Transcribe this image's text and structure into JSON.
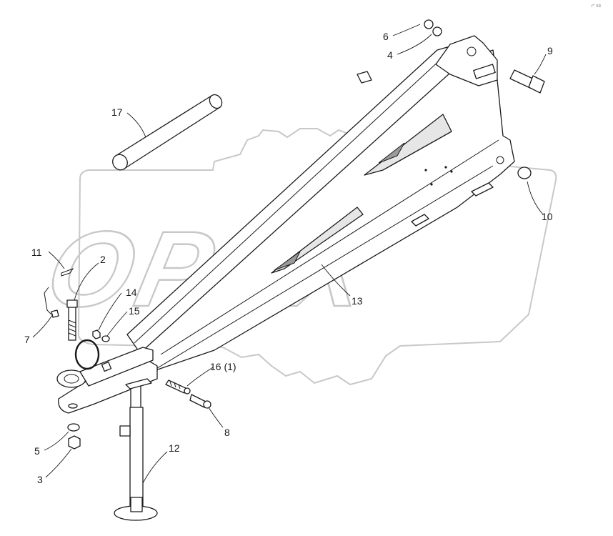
{
  "drawing": {
    "corner_mark": "r° ≡≡",
    "watermark_text": "OPEX",
    "colors": {
      "line": "#1a1a1a",
      "watermark": "#c8c8c8",
      "background": "#ffffff"
    }
  },
  "callouts": [
    {
      "id": "c1",
      "label": "1"
    },
    {
      "id": "c2",
      "label": "2"
    },
    {
      "id": "c3",
      "label": "3"
    },
    {
      "id": "c4",
      "label": "4"
    },
    {
      "id": "c5",
      "label": "5"
    },
    {
      "id": "c6",
      "label": "6"
    },
    {
      "id": "c7",
      "label": "7"
    },
    {
      "id": "c8",
      "label": "8"
    },
    {
      "id": "c9",
      "label": "9"
    },
    {
      "id": "c10",
      "label": "10"
    },
    {
      "id": "c11",
      "label": "11"
    },
    {
      "id": "c12",
      "label": "12"
    },
    {
      "id": "c13",
      "label": "13"
    },
    {
      "id": "c14",
      "label": "14"
    },
    {
      "id": "c15",
      "label": "15"
    },
    {
      "id": "c16",
      "label": "16 (1)"
    },
    {
      "id": "c17",
      "label": "17"
    }
  ]
}
